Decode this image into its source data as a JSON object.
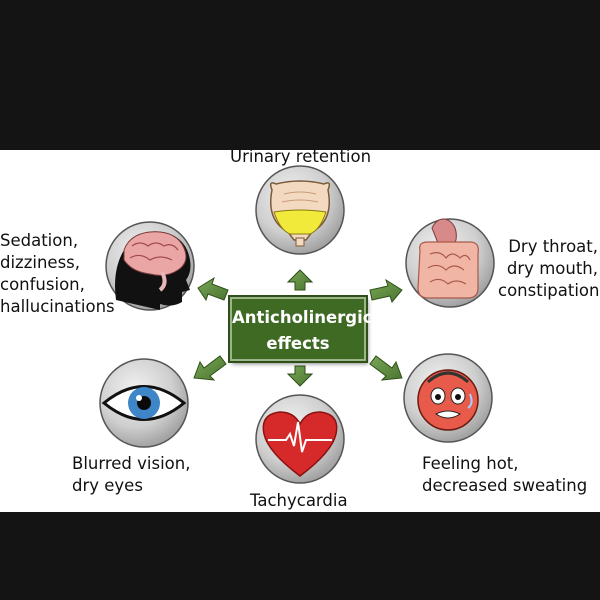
{
  "center": {
    "line1": "Anticholinergic",
    "line2": "effects"
  },
  "effects": {
    "urinary": "Urinary retention",
    "cns": "Sedation,\ndizziness,\nconfusion,\nhallucinations",
    "gi": "Dry throat,\ndry mouth,\nconstipation",
    "vision": "Blurred vision,\ndry eyes",
    "cardiac": "Tachycardia",
    "thermo": "Feeling hot,\ndecreased sweating"
  },
  "icons": {
    "urinary": "bladder-icon",
    "cns": "brain-head-icon",
    "gi": "digestive-tract-icon",
    "vision": "eye-icon",
    "cardiac": "heart-ecg-icon",
    "thermo": "hot-face-icon"
  },
  "colors": {
    "arrow": "#5d8a3a",
    "center_box": "#3f6a24",
    "circle": "#b9b9b9",
    "background_band": "#141414"
  }
}
